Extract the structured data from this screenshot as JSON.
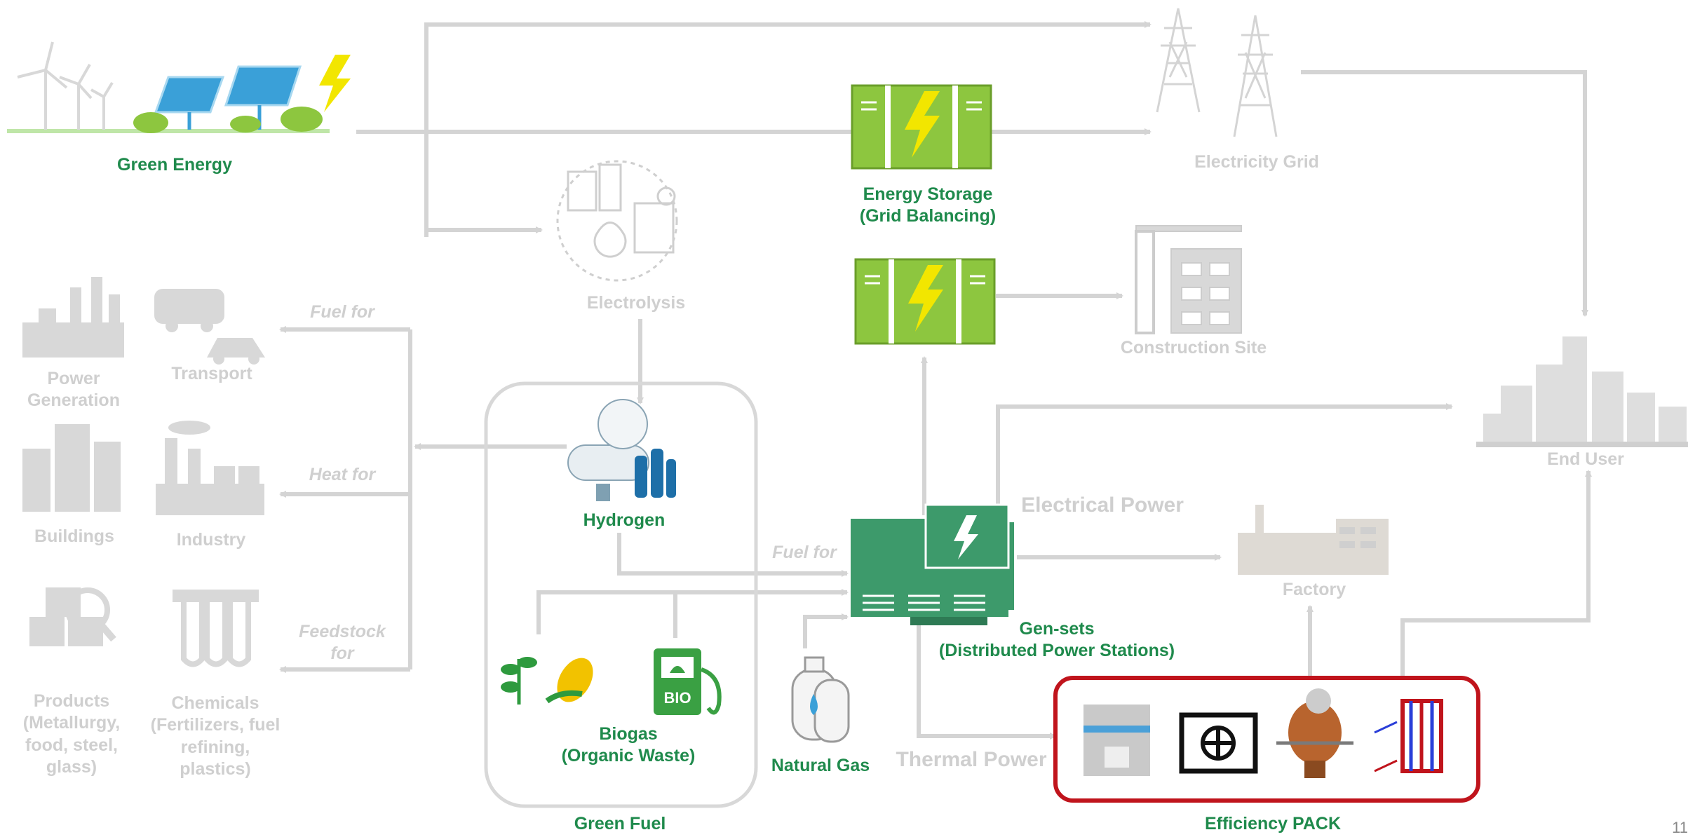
{
  "colors": {
    "brand_green": "#1f8a4c",
    "battery_green": "#8dc63f",
    "genset_green": "#3d9a6b",
    "faded_grey": "#cfcfcf",
    "arrow_grey": "#d4d4d4",
    "highlight_red": "#c0141c"
  },
  "nodes": {
    "green_energy": "Green Energy",
    "energy_storage": "Energy Storage\n(Grid Balancing)",
    "electricity_grid": "Electricity Grid",
    "electrolysis": "Electrolysis",
    "construction_site": "Construction Site",
    "power_generation": "Power\nGeneration",
    "transport": "Transport",
    "buildings": "Buildings",
    "industry": "Industry",
    "products": "Products\n(Metallurgy,\nfood, steel,\nglass)",
    "chemicals": "Chemicals\n(Fertilizers, fuel\nrefining,\nplastics)",
    "hydrogen": "Hydrogen",
    "biogas": "Biogas\n(Organic Waste)",
    "green_fuel": "Green Fuel",
    "natural_gas": "Natural Gas",
    "gensets": "Gen-sets\n(Distributed Power Stations)",
    "factory": "Factory",
    "end_user": "End User",
    "efficiency_pack": "Efficiency PACK"
  },
  "flow_labels": {
    "fuel_for_transport": "Fuel for",
    "heat_for": "Heat for",
    "feedstock_for": "Feedstock\nfor",
    "fuel_for_gensets": "Fuel for",
    "electrical_power": "Electrical Power",
    "thermal_power": "Thermal Power"
  },
  "icons": {
    "green_energy": "wind-solar-icon",
    "energy_storage": "battery-icon",
    "electricity_grid": "power-pylon-icon",
    "electrolysis": "electrolysis-icon",
    "construction": "crane-building-icon",
    "factory": "factory-icon",
    "city": "city-skyline-icon",
    "hydrogen": "hydrogen-tank-icon",
    "biogas_plant": "plant-corn-icon",
    "bio_pump": "bio-fuel-pump-icon",
    "gas_cylinder": "gas-cylinder-icon",
    "genset": "genset-icon"
  },
  "page_number": "11"
}
